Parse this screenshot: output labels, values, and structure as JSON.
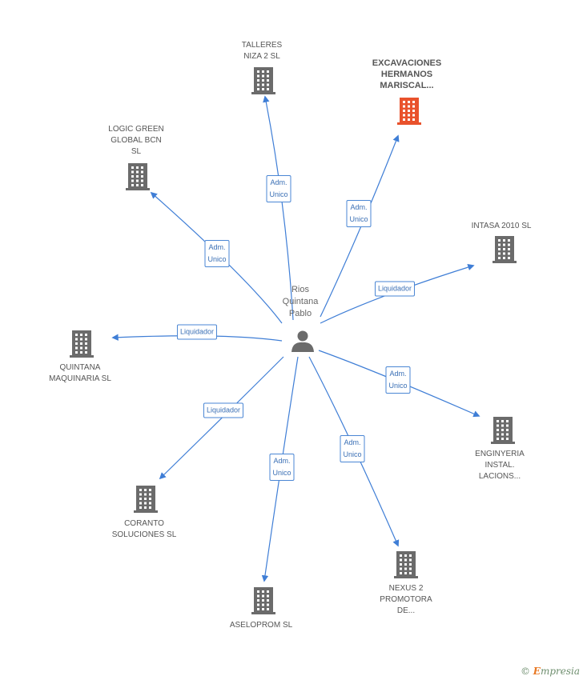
{
  "center": {
    "name": "Rios\nQuintana\nPablo"
  },
  "colors": {
    "edge": "#3f7ed6",
    "building": "#6b6b6b",
    "highlight": "#e9522c"
  },
  "companies": [
    {
      "id": "talleres",
      "name": "TALLERES\nNIZA 2 SL",
      "highlight": false
    },
    {
      "id": "excavaciones",
      "name": "EXCAVACIONES\nHERMANOS\nMARISCAL...",
      "highlight": true
    },
    {
      "id": "logic",
      "name": "LOGIC GREEN\nGLOBAL BCN\nSL",
      "highlight": false
    },
    {
      "id": "intasa",
      "name": "INTASA 2010 SL",
      "highlight": false
    },
    {
      "id": "quintana",
      "name": "QUINTANA\nMAQUINARIA SL",
      "highlight": false
    },
    {
      "id": "enginyeria",
      "name": "ENGINYERIA\nINSTAL.\nLACIONS...",
      "highlight": false
    },
    {
      "id": "coranto",
      "name": "CORANTO\nSOLUCIONES SL",
      "highlight": false
    },
    {
      "id": "aseloprom",
      "name": "ASELOPROM SL",
      "highlight": false
    },
    {
      "id": "nexus",
      "name": "NEXUS 2\nPROMOTORA\nDE...",
      "highlight": false
    }
  ],
  "relations": [
    {
      "to": "talleres",
      "label": "Adm.\nUnico"
    },
    {
      "to": "excavaciones",
      "label": "Adm.\nUnico"
    },
    {
      "to": "logic",
      "label": "Adm.\nUnico"
    },
    {
      "to": "intasa",
      "label": "Liquidador"
    },
    {
      "to": "quintana",
      "label": "Liquidador"
    },
    {
      "to": "enginyeria",
      "label": "Adm.\nUnico"
    },
    {
      "to": "coranto",
      "label": "Liquidador"
    },
    {
      "to": "aseloprom",
      "label": "Adm.\nUnico"
    },
    {
      "to": "nexus",
      "label": "Adm.\nUnico"
    }
  ],
  "footer": {
    "copyright": "©",
    "brand_e": "E",
    "brand_rest": "mpresia"
  }
}
